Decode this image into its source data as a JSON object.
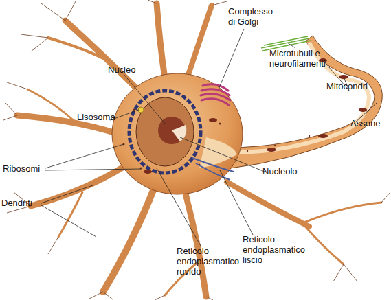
{
  "diagram": {
    "labels": [
      "Complesso di Golgi",
      "Microtubuli e neurofilamenti",
      "Nucleo",
      "Mitocondri",
      "Lisosoma",
      "Assone",
      "Ribosomi",
      "Nucleolo",
      "Dendriti",
      "Reticolo endoplasmatico ruvido",
      "Reticolo endoplasmatico liscio"
    ]
  }
}
